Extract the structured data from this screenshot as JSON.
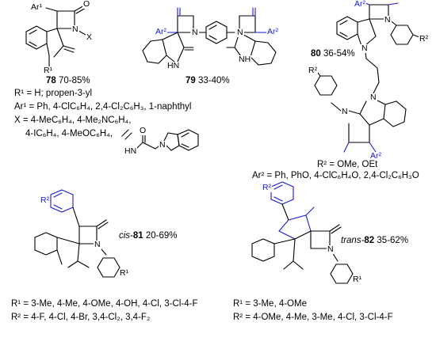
{
  "compounds": {
    "c78": {
      "number": "78",
      "yield": "70-85%"
    },
    "c79": {
      "number": "79",
      "yield": "33-40%"
    },
    "c80": {
      "number": "80",
      "yield": "36-54%"
    },
    "c81": {
      "prefix": "cis-",
      "number": "81",
      "yield": "20-69%"
    },
    "c82": {
      "prefix": "trans-",
      "number": "82",
      "yield": "35-62%"
    }
  },
  "substituents": {
    "s78": [
      "R¹ = H; propen-3-yl",
      "Ar¹ = Ph, 4-ClC₆H₄, 2,4-Cl₂C₆H₃, 1-naphthyl",
      "X = 4-MeC₆H₄, 4-Me₂NC₆H₄,",
      "4-IC₆H₄, 4-MeOC₆H₄,"
    ],
    "s80": [
      "R² = OMe, OEt",
      "Ar² = Ph, PhO, 4-ClC₆H₄O, 2,4-Cl₂C₆H₃O"
    ],
    "s81": [
      "R¹ = 3-Me, 4-Me, 4-OMe, 4-OH, 4-Cl, 3-Cl-4-F",
      "R² = 4-F, 4-Cl, 4-Br, 3,4-Cl₂, 3,4-F₂"
    ],
    "s82": [
      "R¹ = 3-Me, 4-OMe",
      "R² = 4-OMe, 4-Me, 3-Me, 4-Cl, 3-Cl-4-F"
    ]
  },
  "atoms": {
    "ar1": "Ar¹",
    "o": "O",
    "n": "N",
    "x": "X",
    "r1": "R¹",
    "r2": "R²",
    "ar2": "Ar²",
    "hn": "HN",
    "nh": "NH",
    "n1": "N",
    "n2": "N",
    "n3": "N"
  },
  "colors": {
    "highlight": "#1a1ad6",
    "ink": "#000000"
  }
}
